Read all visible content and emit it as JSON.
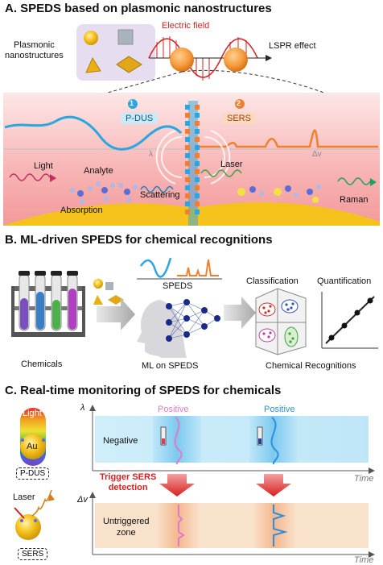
{
  "section_a": {
    "title": "A. SPEDS based on plasmonic nanostructures",
    "plasmonic_label": "Plasmonic\nnanostructures",
    "electric_field_label": "Electric field",
    "lspr_label": "LSPR effect",
    "pdus_number": "1",
    "pdus_label": "P-DUS",
    "sers_number": "2",
    "sers_label": "SERS",
    "light_label": "Light",
    "analyte_label": "Analyte",
    "absorption_label": "Absorption",
    "scattering_label": "Scattering",
    "laser_label": "Laser",
    "raman_label": "Raman",
    "lambda_symbol": "λ",
    "delta_v_symbol": "Δv",
    "colors": {
      "pdus": "#2aa6e0",
      "sers": "#f08030",
      "field": "#d62020",
      "bg_pink": "#f7b8b8",
      "gold": "#f5c21b"
    }
  },
  "section_b": {
    "title": "B. ML-driven SPEDS for chemical recognitions",
    "chemicals_label": "Chemicals",
    "speds_label": "SPEDS",
    "ml_label": "ML on SPEDS",
    "classification_label": "Classification",
    "quantification_label": "Quantification",
    "recognition_label": "Chemical Recognitions"
  },
  "section_c": {
    "title": "C. Real-time monitoring of SPEDS for chemicals",
    "light_label": "Light",
    "au_label": "Au",
    "pdus_label": "P-DUS",
    "laser_label": "Laser",
    "sers_label": "SERS",
    "lambda_axis": "λ",
    "time_label_top": "Time",
    "positive_1": "Positive",
    "positive_2": "Positive",
    "negative_label": "Negative",
    "trigger_label": "Trigger SERS\ndetection",
    "delta_v_axis": "Δv",
    "untriggered_label": "Untriggered\nzone",
    "time_label_bottom": "Time",
    "colors": {
      "positive_1": "#e07bc8",
      "positive_2": "#2f8fd8",
      "trigger": "#d62020"
    }
  }
}
